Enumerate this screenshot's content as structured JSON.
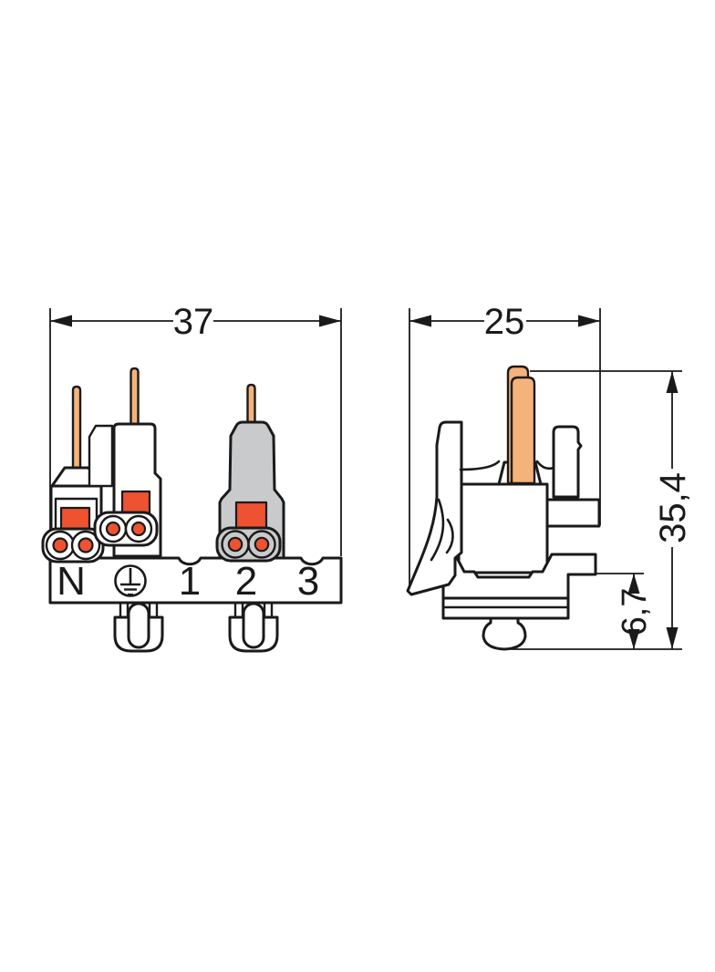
{
  "drawing": {
    "type": "technical-drawing-terminal-block",
    "front_view": {
      "width_dim": "37",
      "labels": {
        "neutral": "N",
        "pos1": "1",
        "pos2": "2",
        "pos3": "3"
      },
      "earth_symbol": "protective-earth"
    },
    "side_view": {
      "width_dim": "25",
      "height_dim": "35,4",
      "depth_dim": "6,7"
    },
    "colors": {
      "line": "#1a1a1a",
      "pin_orange": "#f5b37a",
      "clamp_orange": "#ee5231",
      "housing_gray": "#c9cacb",
      "housing_white": "#ffffff",
      "background": "#ffffff"
    }
  }
}
